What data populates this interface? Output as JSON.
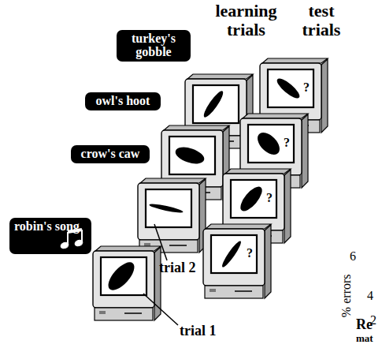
{
  "diagram": {
    "nodes": [
      {
        "text": [
          "turkey's gobble"
        ]
      },
      {
        "text": [
          "owl's hoot"
        ]
      },
      {
        "text": [
          "crow's caw"
        ]
      },
      {
        "text": [
          "robin's song"
        ]
      }
    ],
    "labels": [
      "learning trials",
      "test trials",
      "?",
      "?",
      "?",
      "?",
      "trial 2",
      "trial 1",
      "6",
      "% errors",
      "4",
      "2",
      "Re",
      "mat"
    ]
  }
}
